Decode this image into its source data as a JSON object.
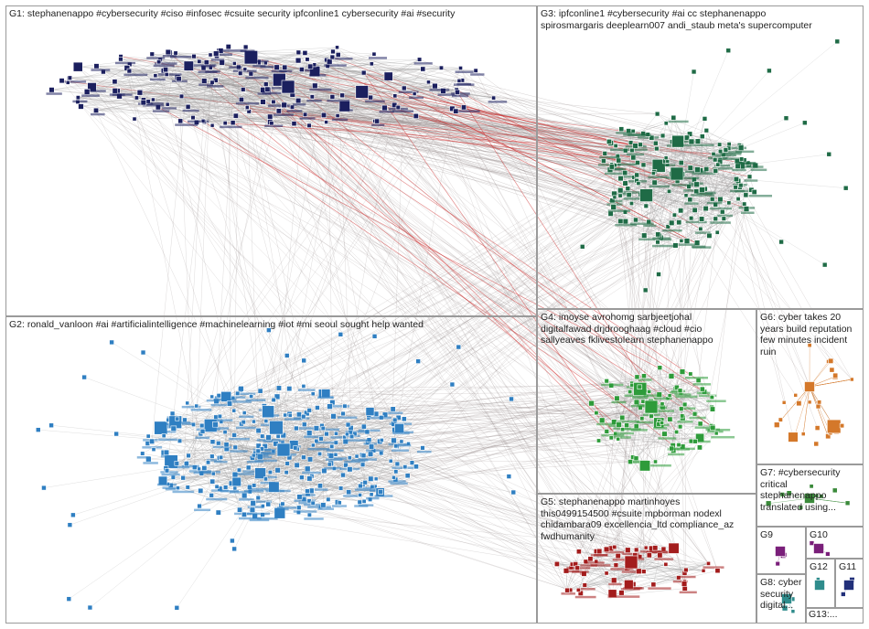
{
  "groups": [
    {
      "id": "g1",
      "label": "G1: stephanenappo #cybersecurity #ciso #infosec #csuite security ipfconline1 cybersecurity #ai #security",
      "color": "#1b1f5e"
    },
    {
      "id": "g2",
      "label": "G2: ronald_vanloon #ai #artificialintelligence #machinelearning #iot #mi seoul sought help wanted",
      "color": "#2f7fc2"
    },
    {
      "id": "g3",
      "label": "G3: ipfconline1 #cybersecurity #ai cc stephanenappo spirosmargaris deeplearn007 andi_staub meta's supercomputer",
      "color": "#1f6b46"
    },
    {
      "id": "g4",
      "label": "G4: imoyse avrohomg sarbjeetjohal digitalfawad drjdrooghaag #cloud #cio sallyeaves fklivestolearn stephanenappo",
      "color": "#2e9b3a"
    },
    {
      "id": "g5",
      "label": "G5: stephanenappo martinhoyes this0499154500 #csuite mpborman nodexl chidambara09 excellencia_ltd compliance_az fwdhumanity",
      "color": "#a31c1c"
    },
    {
      "id": "g6",
      "label": "G6: cyber takes 20 years build reputation few minutes incident ruin",
      "color": "#d4782a"
    },
    {
      "id": "g7",
      "label": "G7: #cybersecurity critical stephanenappo translated using...",
      "color": "#3a8a3a"
    },
    {
      "id": "g8",
      "label": "G8: cyber security digital...",
      "color": "#2f8c8c"
    },
    {
      "id": "g9",
      "label": "G9",
      "color": "#7a1f7a"
    },
    {
      "id": "g10",
      "label": "G10",
      "color": "#7a1f7a"
    },
    {
      "id": "g11",
      "label": "G11",
      "color": "#22307a"
    },
    {
      "id": "g12",
      "label": "G12",
      "color": "#2f8c8c"
    },
    {
      "id": "g13",
      "label": "G13:...",
      "color": "#555555"
    }
  ]
}
